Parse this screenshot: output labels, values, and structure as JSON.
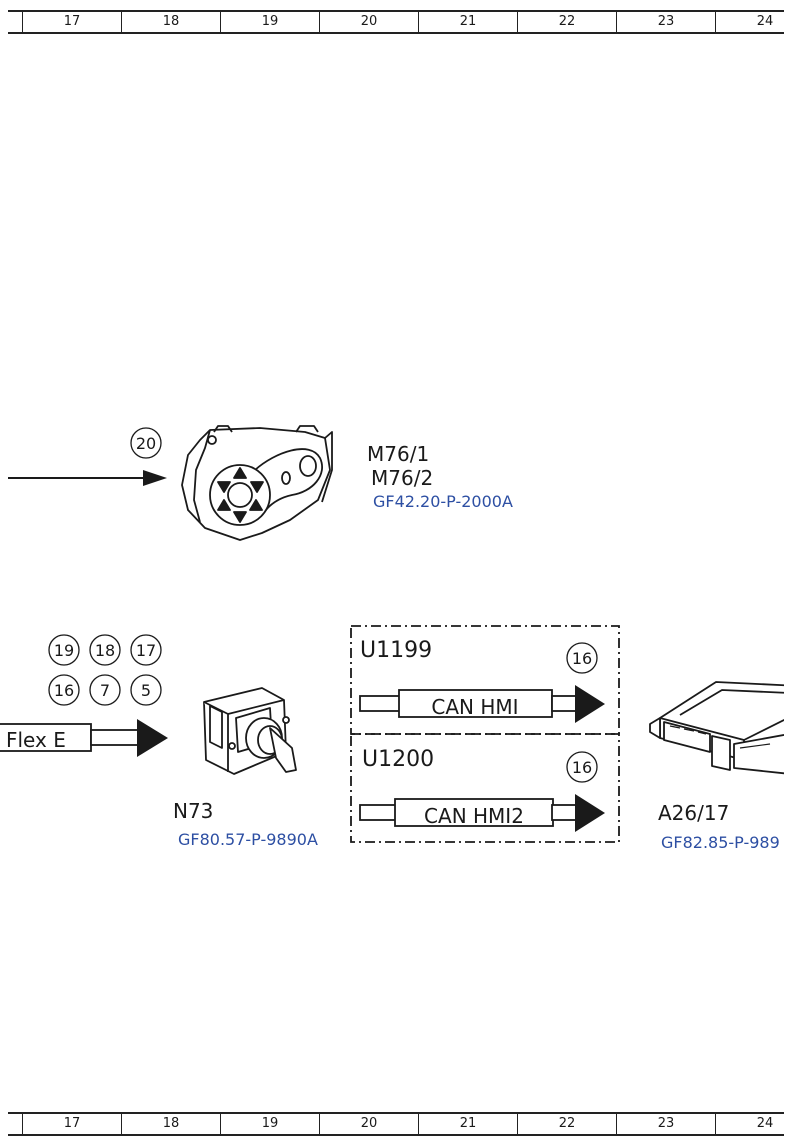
{
  "ruler": {
    "columns": [
      "17",
      "18",
      "19",
      "20",
      "21",
      "22",
      "23",
      "24"
    ]
  },
  "components": {
    "m76": {
      "marker": "20",
      "code1": "M76/1",
      "code2": "M76/2",
      "reference": "GF42.20-P-2000A",
      "icon": "actuator-motor-icon"
    },
    "n73": {
      "markers": [
        "19",
        "18",
        "17",
        "16",
        "7",
        "5"
      ],
      "input_label": "Flex E",
      "code": "N73",
      "reference": "GF80.57-P-9890A",
      "icon": "ignition-switch-icon"
    },
    "u1199": {
      "code": "U1199",
      "marker": "16",
      "bus": "CAN HMI"
    },
    "u1200": {
      "code": "U1200",
      "marker": "16",
      "bus": "CAN HMI2"
    },
    "a26": {
      "code": "A26/17",
      "reference": "GF82.85-P-989",
      "icon": "control-unit-icon"
    }
  },
  "colors": {
    "reference_link": "#2d4fa3",
    "line": "#1a1a1a"
  }
}
